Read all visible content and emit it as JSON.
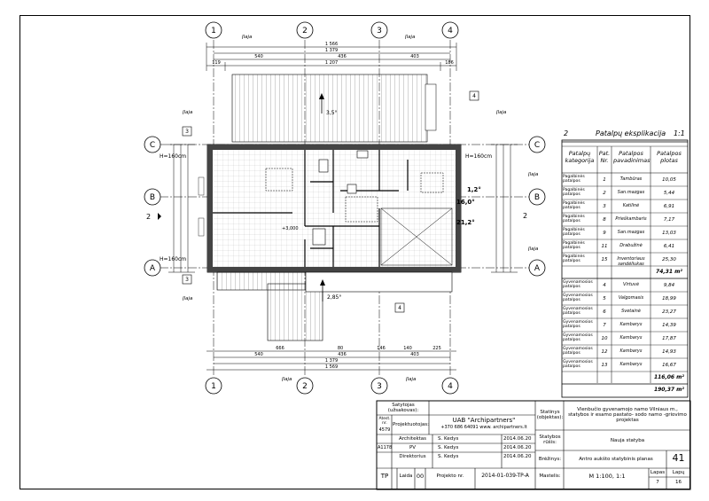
{
  "grid": {
    "cols": [
      "1",
      "2",
      "3",
      "4"
    ],
    "rows": [
      "C",
      "B",
      "A"
    ]
  },
  "labels": {
    "jlaja": "Įlaja",
    "slope_top": "3,5°",
    "slope_bottom": "2,85°",
    "h_left_top": "H=160cm",
    "h_left_bottom": "H=160cm",
    "h_right_top": "H=160cm",
    "elev_a": "1,2°",
    "elev_b": "16,0°",
    "elev_c": "21,2°",
    "level": "+3,000",
    "section_mark_left": "2",
    "section_mark_top": "2",
    "tag3": "3",
    "tag4": "4"
  },
  "dims_top": {
    "d1": "1 566",
    "d2": "1 379",
    "d3a": "540",
    "d3b": "436",
    "d3c": "403",
    "d4a": "119",
    "d4b": "1 207",
    "d4c": "186"
  },
  "dims_bottom": {
    "a": "666",
    "b": "80",
    "c": "146",
    "d": "140",
    "e": "225",
    "f": "540",
    "g": "436",
    "h": "403",
    "i": "1 379",
    "j": "1 569"
  },
  "table": {
    "number": "2",
    "title": "Patalpų eksplikacija",
    "scale": "1:1",
    "headers": [
      "Patalpų kategorija",
      "Pat. Nr.",
      "Patalpos pavadinimas",
      "Patalpos plotas"
    ],
    "rows1": [
      {
        "cat": "Pagalbinės patalpos",
        "nr": "1",
        "name": "Tambūras",
        "area": "10,05"
      },
      {
        "cat": "Pagalbinės patalpos",
        "nr": "2",
        "name": "San.mazgas",
        "area": "5,44"
      },
      {
        "cat": "Pagalbinės patalpos",
        "nr": "3",
        "name": "Katilinė",
        "area": "6,91"
      },
      {
        "cat": "Pagalbinės patalpos",
        "nr": "8",
        "name": "Prieškambaris",
        "area": "7,17"
      },
      {
        "cat": "Pagalbinės patalpos",
        "nr": "9",
        "name": "San.mazgas",
        "area": "13,03"
      },
      {
        "cat": "Pagalbinės patalpos",
        "nr": "11",
        "name": "Drabužinė",
        "area": "6,41"
      },
      {
        "cat": "Pagalbinės patalpos",
        "nr": "15",
        "name": "Inventoriaus sandėliukas",
        "area": "25,30"
      }
    ],
    "subtotal1": "74,31 m²",
    "rows2": [
      {
        "cat": "Gyvenamosios patalpos",
        "nr": "4",
        "name": "Virtuvė",
        "area": "9,84"
      },
      {
        "cat": "Gyvenamosios patalpos",
        "nr": "5",
        "name": "Valgomasis",
        "area": "18,99"
      },
      {
        "cat": "Gyvenamosios patalpos",
        "nr": "6",
        "name": "Svetainė",
        "area": "23,27"
      },
      {
        "cat": "Gyvenamosios patalpos",
        "nr": "7",
        "name": "Kambarys",
        "area": "14,39"
      },
      {
        "cat": "Gyvenamosios patalpos",
        "nr": "10",
        "name": "Kambarys",
        "area": "17,87"
      },
      {
        "cat": "Gyvenamosios patalpos",
        "nr": "12",
        "name": "Kambarys",
        "area": "14,93"
      },
      {
        "cat": "Gyvenamosios patalpos",
        "nr": "13",
        "name": "Kambarys",
        "area": "16,67"
      }
    ],
    "subtotal2": "116,06 m²",
    "total": "190,37 m²"
  },
  "titleblock": {
    "satytojas": "Satytojas (užsakovas):",
    "atest_label": "Atest. nr.",
    "atest_nr": "4579",
    "projektuotojas": "Projektuotojas:",
    "company": "UAB \"Archipartners\"",
    "contact": "+370 686 64091 www. archipartners.lt",
    "role1": "Architektas",
    "name1": "S. Kedys",
    "date1": "2014.06.20",
    "code2": "A1178",
    "role2": "PV",
    "name2": "S. Kedys",
    "date2": "2014.06.20",
    "role3": "Direktorius",
    "name3": "S. Kedys",
    "date3": "2014.06.20",
    "statinys_label": "Statinys (objektas):",
    "statinys": "Vienbučio gyvenamojo namo Vilniaus m., statybos ir esamo pastato- sodo namo -griovimo projektas",
    "rusis_label": "Statybos rūšis:",
    "rusis": "Nauja statyba",
    "brezinys_label": "Brėžinys:",
    "brezinys": "Antro aukšto statybinis planas",
    "sheet_big": "41",
    "tp": "TP",
    "laida_label": "Laida",
    "laida": "00",
    "projekto_label": "Projekto nr.",
    "projekto": "2014-01-039-TP-A",
    "mastelis_label": "Mastelis:",
    "mastelis": "M 1:100, 1:1",
    "lapas_label": "Lapas",
    "lapu_label": "Lapų",
    "lapas": "7",
    "lapu": "16"
  }
}
